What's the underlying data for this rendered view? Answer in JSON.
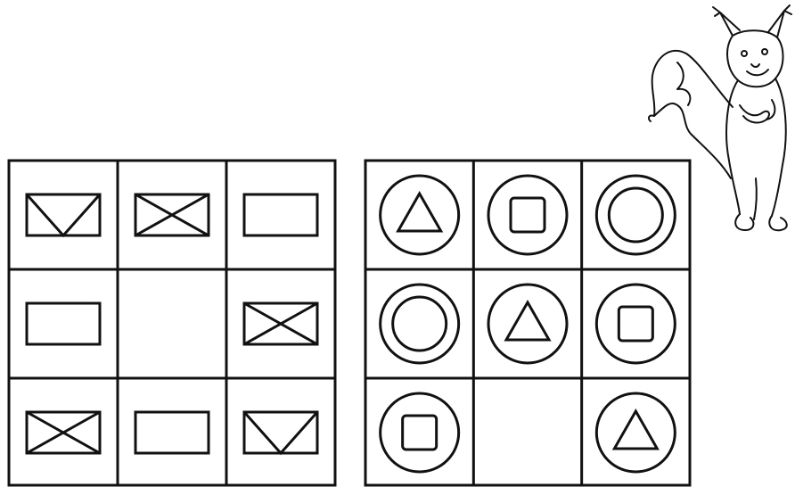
{
  "puzzles": [
    {
      "id": "envelopes",
      "cells": [
        [
          "envelope-v",
          "envelope-x",
          "rectangle"
        ],
        [
          "rectangle",
          "empty",
          "envelope-x"
        ],
        [
          "envelope-x",
          "rectangle",
          "envelope-v"
        ]
      ]
    },
    {
      "id": "circles",
      "cells": [
        [
          "circle-triangle",
          "circle-square",
          "circle-circle"
        ],
        [
          "circle-circle",
          "circle-triangle",
          "circle-square"
        ],
        [
          "circle-square",
          "empty",
          "circle-triangle"
        ]
      ]
    }
  ],
  "illustration": {
    "icon": "squirrel-icon"
  },
  "colors": {
    "ink": "#111111",
    "paper": "#ffffff"
  }
}
